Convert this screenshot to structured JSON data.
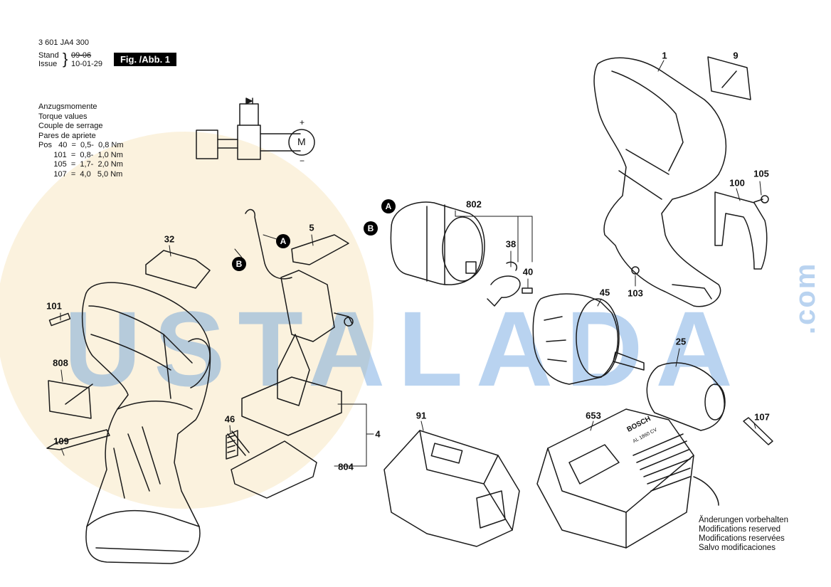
{
  "header": {
    "doc_number": "3 601 JA4 300",
    "stand_label": "Stand",
    "issue_label": "Issue",
    "stand_date": "09-06",
    "issue_date": "10-01-29",
    "figure_label": "Fig. /Abb. 1"
  },
  "torque": {
    "titles": [
      "Anzugsmomente",
      "Torque values",
      "Couple de serrage",
      "Pares de apriete"
    ],
    "rows": [
      "Pos   40  =  0,5-  0,8 Nm",
      "       101  =  0,8-  1,0 Nm",
      "       105  =  1,7-  2,0 Nm",
      "       107  =  4,0   5,0 Nm"
    ]
  },
  "schematic": {
    "plus": "+",
    "minus": "−",
    "motor": "M"
  },
  "markers": {
    "A": "A",
    "B": "B"
  },
  "parts": {
    "p1": "1",
    "p9": "9",
    "p100": "100",
    "p105": "105",
    "p103": "103",
    "p802": "802",
    "p38": "38",
    "p40": "40",
    "p45": "45",
    "p25": "25",
    "p107": "107",
    "p5": "5",
    "p32": "32",
    "p101": "101",
    "p808": "808",
    "p109": "109",
    "p46": "46",
    "p4": "4",
    "p804": "804",
    "p91": "91",
    "p653": "653"
  },
  "charger_brand": "BOSCH",
  "charger_model": "AL 1860 CV",
  "notes": [
    "Änderungen vorbehalten",
    "Modifications reserved",
    "Modifications reservées",
    "Salvo modificaciones"
  ],
  "watermark": {
    "text": "USTALADA",
    "suffix": ".com",
    "color": "#4a8cd6",
    "circle_color": "#f1d08a"
  }
}
